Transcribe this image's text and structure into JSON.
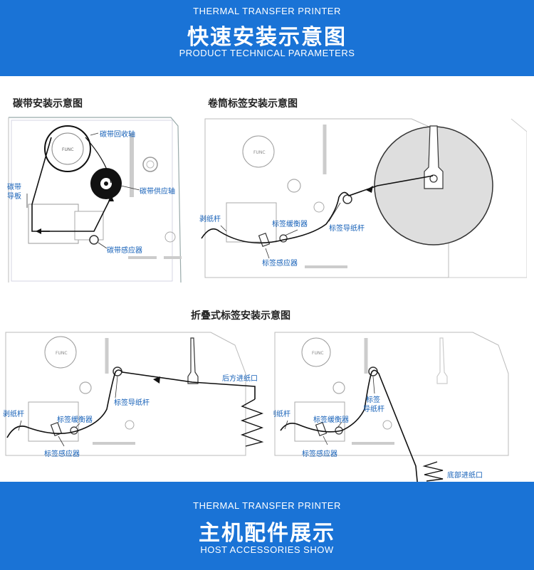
{
  "top_banner": {
    "subtitle_en": "THERMAL TRANSFER PRINTER",
    "title_cn": "快速安装示意图",
    "caption_en": "PRODUCT TECHNICAL PARAMETERS"
  },
  "ribbon_section": {
    "title": "碳带安装示意图",
    "labels": {
      "rewind_spindle": "碳带回收轴",
      "ribbon_guide_1": "碳带",
      "ribbon_guide_2": "导板",
      "supply_spindle": "碳带供应轴",
      "ribbon_sensor": "碳带感应器"
    }
  },
  "roll_section": {
    "title": "卷筒标签安装示意图",
    "labels": {
      "label_guide": "标签导纸杆",
      "peel_bar": "剥纸杆",
      "label_damper": "标签缓衡器",
      "label_sensor": "标签感应器"
    }
  },
  "fanfold_section": {
    "title": "折叠式标签安装示意图",
    "left": {
      "rear_entry": "后方进纸口",
      "label_guide": "标签导纸杆",
      "peel_bar": "剥纸杆",
      "label_damper": "标签缓衡器",
      "label_sensor": "标签感应器"
    },
    "right": {
      "peel_bar": "剥纸杆",
      "label_guide_1": "标签",
      "label_guide_2": "导纸杆",
      "label_damper": "标签缓衡器",
      "label_sensor": "标签感应器",
      "bottom_entry": "底部进纸口"
    }
  },
  "bottom_banner": {
    "subtitle_en": "THERMAL TRANSFER PRINTER",
    "title_cn": "主机配件展示",
    "caption_en": "HOST ACCESSORIES SHOW"
  },
  "colors": {
    "banner": "#1a73d6",
    "label_text": "#1560b8"
  }
}
